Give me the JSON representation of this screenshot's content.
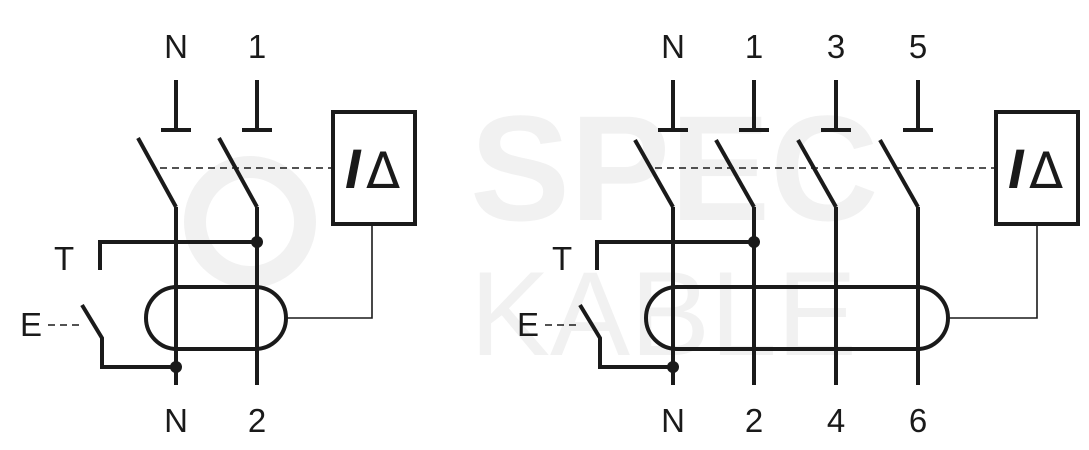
{
  "watermark": {
    "line1": "SPEC",
    "line2": "KABLE"
  },
  "diagram_2p": {
    "top_labels": [
      "N",
      "1"
    ],
    "bottom_labels": [
      "N",
      "2"
    ],
    "test_label": "T",
    "earth_label": "E",
    "rcd_symbol_i": "I",
    "rcd_symbol_delta": "Δ"
  },
  "diagram_4p": {
    "top_labels": [
      "N",
      "1",
      "3",
      "5"
    ],
    "bottom_labels": [
      "N",
      "2",
      "4",
      "6"
    ],
    "test_label": "T",
    "earth_label": "E",
    "rcd_symbol_i": "I",
    "rcd_symbol_delta": "Δ"
  }
}
